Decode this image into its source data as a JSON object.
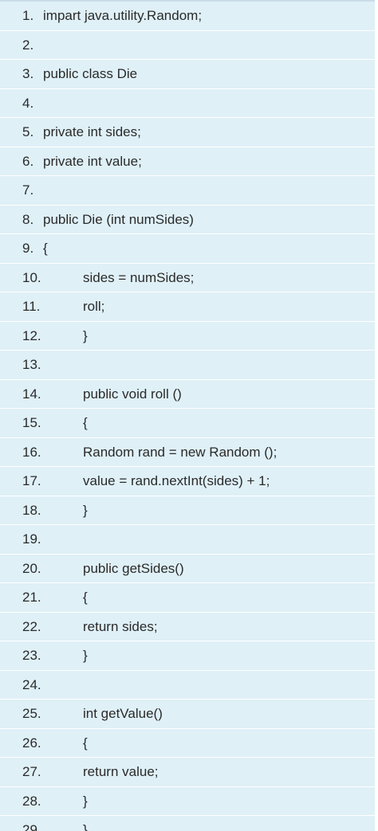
{
  "lines": [
    {
      "num": "1.",
      "code": "impart java.utility.Random;"
    },
    {
      "num": "2.",
      "code": ""
    },
    {
      "num": "3.",
      "code": "public class Die"
    },
    {
      "num": "4.",
      "code": ""
    },
    {
      "num": "5.",
      "code": "private int sides;"
    },
    {
      "num": "6.",
      "code": "private int value;"
    },
    {
      "num": "7.",
      "code": ""
    },
    {
      "num": "8.",
      "code": "public Die (int numSides)"
    },
    {
      "num": "9.",
      "code": "{"
    },
    {
      "num": "10.",
      "code": "sides = numSides;"
    },
    {
      "num": "11.",
      "code": "roll;"
    },
    {
      "num": "12.",
      "code": "}"
    },
    {
      "num": "13.",
      "code": ""
    },
    {
      "num": "14.",
      "code": "public void roll ()"
    },
    {
      "num": "15.",
      "code": "{"
    },
    {
      "num": "16.",
      "code": "Random rand = new Random ();"
    },
    {
      "num": "17.",
      "code": "value = rand.nextInt(sides) + 1;"
    },
    {
      "num": "18.",
      "code": "}"
    },
    {
      "num": "19.",
      "code": ""
    },
    {
      "num": "20.",
      "code": "public getSides()"
    },
    {
      "num": "21.",
      "code": "{"
    },
    {
      "num": "22.",
      "code": "return sides;"
    },
    {
      "num": "23.",
      "code": "}"
    },
    {
      "num": "24.",
      "code": ""
    },
    {
      "num": "25.",
      "code": "int getValue()"
    },
    {
      "num": "26.",
      "code": "{"
    },
    {
      "num": "27.",
      "code": "return value;"
    },
    {
      "num": "28.",
      "code": "}"
    },
    {
      "num": "29.",
      "code": "}"
    }
  ]
}
